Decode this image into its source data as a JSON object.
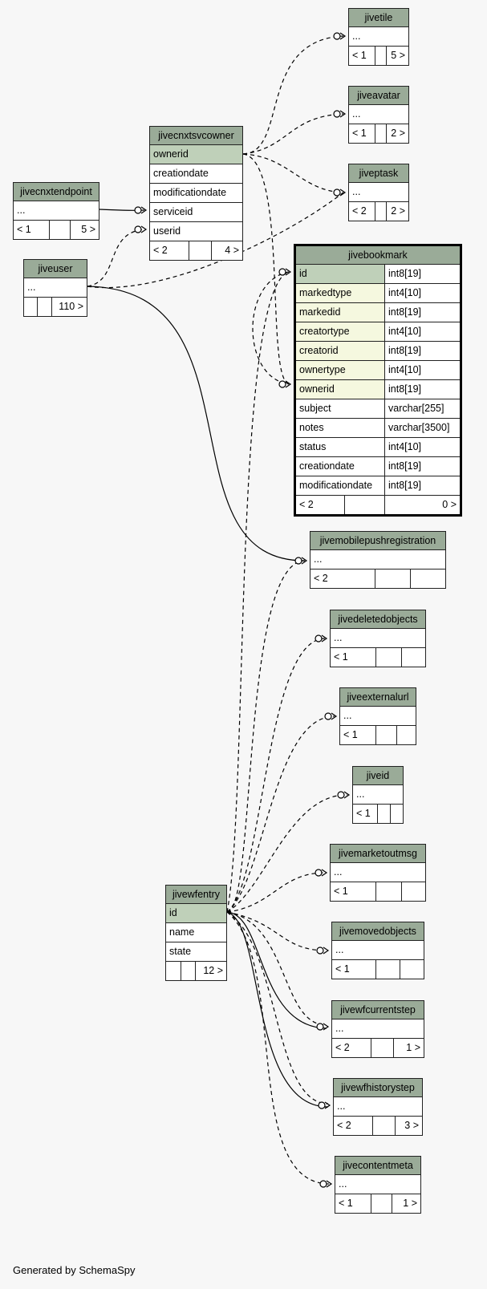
{
  "footer": "Generated by SchemaSpy",
  "tables": {
    "jivetile": {
      "title": "jivetile",
      "row": "...",
      "stats": [
        "< 1",
        "",
        "5 >"
      ]
    },
    "jiveavatar": {
      "title": "jiveavatar",
      "row": "...",
      "stats": [
        "< 1",
        "",
        "2 >"
      ]
    },
    "jiveptask": {
      "title": "jiveptask",
      "row": "...",
      "stats": [
        "< 2",
        "",
        "2 >"
      ]
    },
    "jivecnxtsvcowner": {
      "title": "jivecnxtsvcowner",
      "columns": [
        "ownerid",
        "creationdate",
        "modificationdate",
        "serviceid",
        "userid"
      ],
      "stats": [
        "< 2",
        "",
        "4 >"
      ]
    },
    "jivecnxtendpoint": {
      "title": "jivecnxtendpoint",
      "row": "...",
      "stats": [
        "< 1",
        "",
        "5 >"
      ]
    },
    "jiveuser": {
      "title": "jiveuser",
      "row": "...",
      "stats": [
        "",
        "",
        "110 >"
      ]
    },
    "jivebookmark": {
      "title": "jivebookmark",
      "columns": [
        {
          "name": "id",
          "type": "int8[19]"
        },
        {
          "name": "markedtype",
          "type": "int4[10]"
        },
        {
          "name": "markedid",
          "type": "int8[19]"
        },
        {
          "name": "creatortype",
          "type": "int4[10]"
        },
        {
          "name": "creatorid",
          "type": "int8[19]"
        },
        {
          "name": "ownertype",
          "type": "int4[10]"
        },
        {
          "name": "ownerid",
          "type": "int8[19]"
        },
        {
          "name": "subject",
          "type": "varchar[255]"
        },
        {
          "name": "notes",
          "type": "varchar[3500]"
        },
        {
          "name": "status",
          "type": "int4[10]"
        },
        {
          "name": "creationdate",
          "type": "int8[19]"
        },
        {
          "name": "modificationdate",
          "type": "int8[19]"
        }
      ],
      "stats": [
        "< 2",
        "",
        "0 >"
      ]
    },
    "jivemobilepushregistration": {
      "title": "jivemobilepushregistration",
      "row": "...",
      "stats": [
        "< 2",
        "",
        ""
      ]
    },
    "jivedeletedobjects": {
      "title": "jivedeletedobjects",
      "row": "...",
      "stats": [
        "< 1",
        "",
        ""
      ]
    },
    "jiveexternalurl": {
      "title": "jiveexternalurl",
      "row": "...",
      "stats": [
        "< 1",
        "",
        ""
      ]
    },
    "jiveid": {
      "title": "jiveid",
      "row": "...",
      "stats": [
        "< 1",
        "",
        ""
      ]
    },
    "jivemarketoutmsg": {
      "title": "jivemarketoutmsg",
      "row": "...",
      "stats": [
        "< 1",
        "",
        ""
      ]
    },
    "jivemovedobjects": {
      "title": "jivemovedobjects",
      "row": "...",
      "stats": [
        "< 1",
        "",
        ""
      ]
    },
    "jivewfentry": {
      "title": "jivewfentry",
      "columns": [
        "id",
        "name",
        "state"
      ],
      "stats": [
        "",
        "",
        "12 >"
      ]
    },
    "jivewfcurrentstep": {
      "title": "jivewfcurrentstep",
      "row": "...",
      "stats": [
        "< 2",
        "",
        "1 >"
      ]
    },
    "jivewfhistorystep": {
      "title": "jivewfhistorystep",
      "row": "...",
      "stats": [
        "< 2",
        "",
        "3 >"
      ]
    },
    "jivecontentmeta": {
      "title": "jivecontentmeta",
      "row": "...",
      "stats": [
        "< 1",
        "",
        "1 >"
      ]
    }
  }
}
